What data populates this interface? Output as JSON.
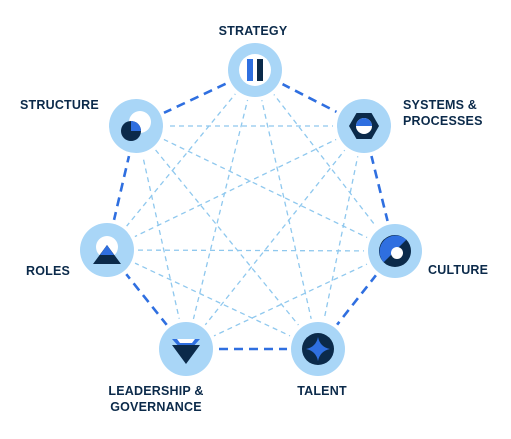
{
  "colors": {
    "node_fill": "#a9d6f7",
    "node_ring": "#ffffff",
    "outer_edge": "#2f6fe0",
    "inner_edge": "#8fc8ee",
    "navy": "#0b2a4a",
    "blue": "#2f6fe0",
    "white": "#ffffff",
    "text": "#0b2a4a"
  },
  "nodes": [
    {
      "id": "strategy",
      "icon": "strategy-bars-icon",
      "label_lines": [
        "STRATEGY"
      ]
    },
    {
      "id": "systems",
      "icon": "hexagon-icon",
      "label_lines": [
        "SYSTEMS &",
        "PROCESSES"
      ]
    },
    {
      "id": "culture",
      "icon": "half-circle-icon",
      "label_lines": [
        "CULTURE"
      ]
    },
    {
      "id": "talent",
      "icon": "star-spark-icon",
      "label_lines": [
        "TALENT"
      ]
    },
    {
      "id": "leadership",
      "icon": "funnel-icon",
      "label_lines": [
        "LEADERSHIP &",
        "GOVERNANCE"
      ]
    },
    {
      "id": "roles",
      "icon": "triangle-circle-icon",
      "label_lines": [
        "ROLES"
      ]
    },
    {
      "id": "structure",
      "icon": "circles-icon",
      "label_lines": [
        "STRUCTURE"
      ]
    }
  ]
}
